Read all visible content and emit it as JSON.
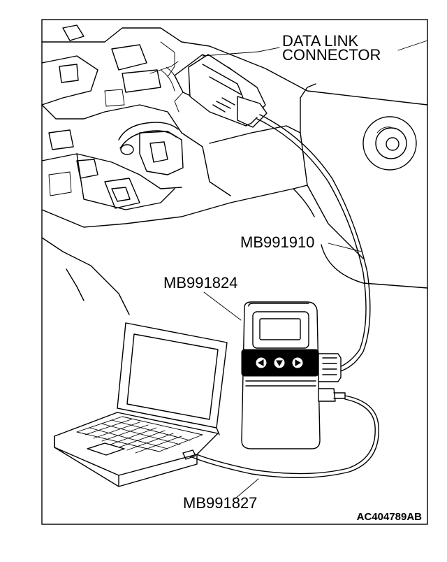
{
  "labels": {
    "data_link_connector_line1": "DATA LINK",
    "data_link_connector_line2": "CONNECTOR",
    "cable_mb991910": "MB991910",
    "device_mb991824": "MB991824",
    "cable_mb991827": "MB991827",
    "figure_code": "AC404789AB"
  }
}
